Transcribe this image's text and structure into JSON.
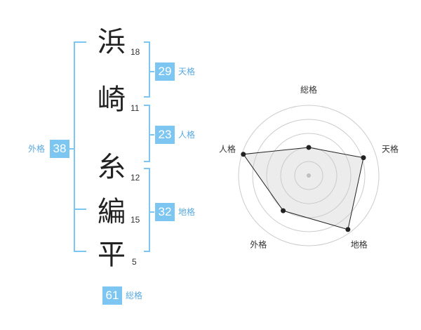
{
  "name_chars": [
    {
      "char": "浜",
      "strokes": "18"
    },
    {
      "char": "崎",
      "strokes": "11"
    },
    {
      "char": "糸",
      "strokes": "12"
    },
    {
      "char": "編",
      "strokes": "15"
    },
    {
      "char": "平",
      "strokes": "5"
    }
  ],
  "kaku": {
    "tenkaku": {
      "value": "29",
      "label": "天格"
    },
    "jinkaku": {
      "value": "23",
      "label": "人格"
    },
    "chikaku": {
      "value": "32",
      "label": "地格"
    },
    "gaikaku": {
      "value": "38",
      "label": "外格"
    },
    "soukaku": {
      "value": "61",
      "label": "総格"
    }
  },
  "colors": {
    "accent": "#7ec6f2",
    "bracket": "#7ec6f2",
    "text": "#222222"
  },
  "chart_data": {
    "type": "radar",
    "axes": [
      "総格",
      "天格",
      "地格",
      "外格",
      "人格"
    ],
    "values": [
      0.4,
      0.82,
      0.95,
      0.62,
      0.98
    ],
    "max": 1
  }
}
